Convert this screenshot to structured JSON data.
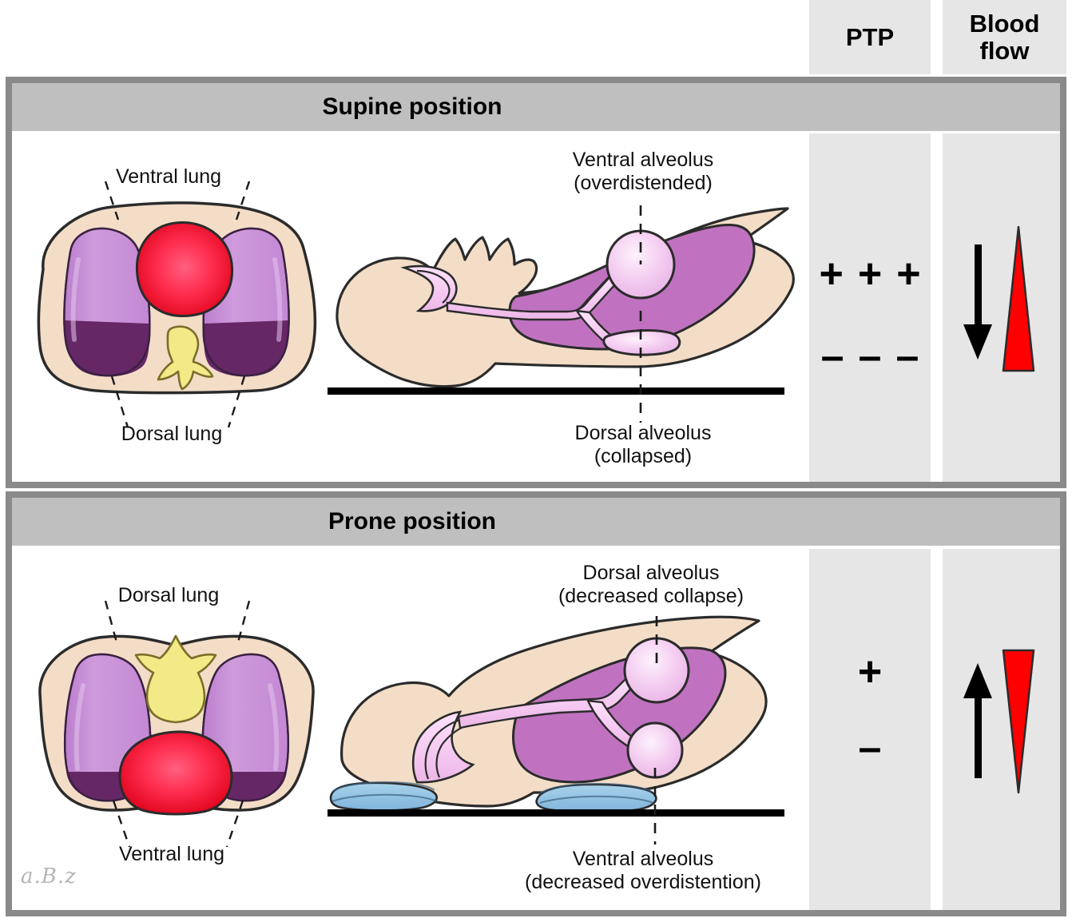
{
  "columns": {
    "ptp": "PTP",
    "blood_flow_line1": "Blood",
    "blood_flow_line2": "flow"
  },
  "rows": [
    {
      "banner": "Supine position",
      "cross_section": {
        "top_label": "Ventral lung",
        "bottom_label": "Dorsal lung"
      },
      "lateral": {
        "top_label_line1": "Ventral alveolus",
        "top_label_line2": "(overdistended)",
        "bottom_label_line1": "Dorsal alveolus",
        "bottom_label_line2": "(collapsed)"
      },
      "ptp": {
        "plus": "+ + +",
        "minus": "– – –",
        "plus_count": 3,
        "minus_count": 3
      },
      "blood_flow": {
        "arrow": "down",
        "gradient": "narrow-top-wide-bottom",
        "color": "#ff0000"
      }
    },
    {
      "banner": "Prone position",
      "cross_section": {
        "top_label": "Dorsal lung",
        "bottom_label": "Ventral lung"
      },
      "lateral": {
        "top_label_line1": "Dorsal alveolus",
        "top_label_line2": "(decreased collapse)",
        "bottom_label_line1": "Ventral alveolus",
        "bottom_label_line2": "(decreased overdistention)"
      },
      "ptp": {
        "plus": "+",
        "minus": "–",
        "plus_count": 1,
        "minus_count": 1
      },
      "blood_flow": {
        "arrow": "up",
        "gradient": "wide-top-narrow-bottom",
        "color": "#ff0000"
      }
    }
  ],
  "signature": "a.B.z",
  "palette": {
    "body": "#f3ddc7",
    "lung_light": "#c890d6",
    "lung_dark": "#662766",
    "lung_lateral": "#c072c0",
    "alveolus": "#f2c9ef",
    "heart_center": "#ff4f70",
    "heart_edge": "#e40018",
    "spine": "#f2ea87",
    "pillow": "#8fc2e3",
    "banner": "#bfbfbf",
    "column": "#e6e6e6",
    "frame": "#8a8a8a"
  }
}
